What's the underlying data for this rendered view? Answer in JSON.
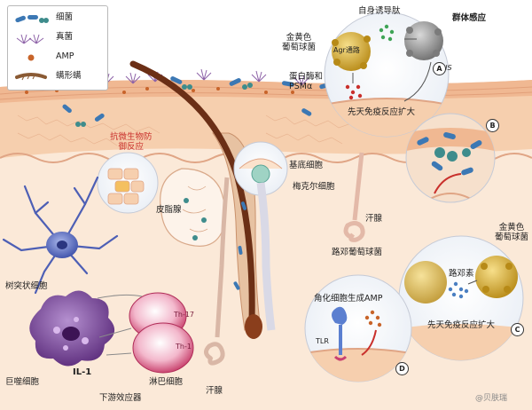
{
  "legend": {
    "items": [
      {
        "label": "细菌",
        "icon": "bacteria-icon"
      },
      {
        "label": "真菌",
        "icon": "fungus-icon"
      },
      {
        "label": "AMP",
        "icon": "amp-dot-icon"
      },
      {
        "label": "螨形螨",
        "icon": "mite-icon"
      }
    ]
  },
  "labels": {
    "antimicrobial_defense": "抗微生物防\n御反应",
    "sebaceous_gland": "皮脂腺",
    "dendritic_cell": "树突状细胞",
    "macrophage": "巨噬细胞",
    "il1": "IL-1",
    "lymphocyte": "淋巴细胞",
    "downstream_effector": "下游效应器",
    "th17": "Th-17",
    "th1": "Th-1",
    "sweat_gland_bottom": "汗腺",
    "sweat_gland_right": "汗腺",
    "basal_cell": "基底细胞",
    "merkel_cell": "梅克尔细胞",
    "s_aureus_top": "金黄色\n葡萄球菌",
    "autoinducing_peptide": "自身诱导肽",
    "quorum_sensing": "群体感应",
    "agr": "Agr通路",
    "cons": "CoNS",
    "protease_psm": "蛋白酶和\nPSMα",
    "innate_top": "先天免疫反应扩大",
    "s_lugdunensis": "路邓葡萄球菌",
    "keratinocyte_amp": "角化细胞生成AMP",
    "tlr": "TLR",
    "lugdunin": "路邓素",
    "s_aureus_right": "金黄色\n葡萄球菌",
    "innate_bottom": "先天免疫反应扩大",
    "watermark": "@贝肤瑞"
  },
  "badges": {
    "a": "A",
    "b": "B",
    "c": "C",
    "d": "D"
  },
  "colors": {
    "epidermis": "#f6cfae",
    "dermis": "#fbe9d8",
    "stratum": "#f0b892",
    "bacteria": "#3c78b4",
    "fungus": "#8e63a8",
    "amp": "#c8642a",
    "hair": "#6b2f16",
    "arrow_red": "#c9302c",
    "s_aureus": "#d6ab2e",
    "cons": "#8d8d8d",
    "lymph_pink": "#d6477a"
  }
}
